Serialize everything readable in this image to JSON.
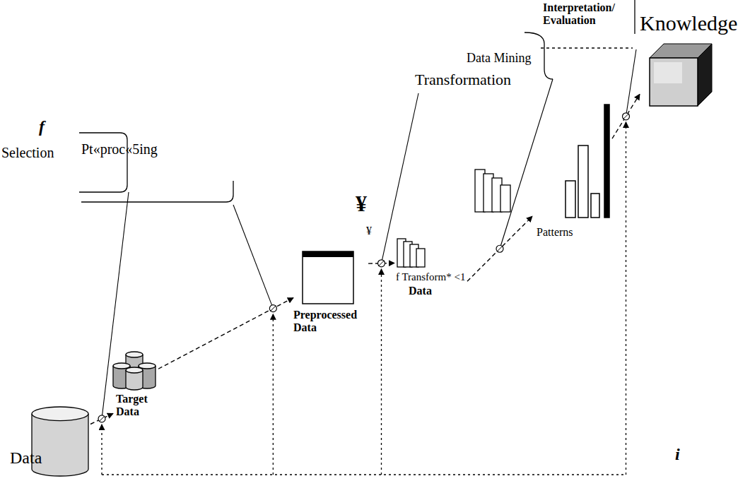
{
  "diagram": {
    "nodes": [
      {
        "text": [
          "Data"
        ]
      },
      {
        "text": [
          "Target Data"
        ]
      },
      {
        "text": [
          "Preprocessed Data"
        ]
      },
      {
        "text": [
          "f Transform* <1",
          "Data"
        ]
      },
      {
        "text": [
          "Patterns"
        ]
      },
      {
        "text": [
          "Knowledge"
        ]
      }
    ],
    "edges": [
      {
        "from": 0,
        "to": 1,
        "arrow": "to"
      },
      {
        "from": 1,
        "to": 2,
        "arrow": "to"
      },
      {
        "from": 2,
        "to": 3,
        "arrow": "to"
      },
      {
        "from": 3,
        "to": 4,
        "arrow": "to"
      },
      {
        "from": 4,
        "to": 5,
        "arrow": "to"
      }
    ],
    "labels": [
      "Interpretation/ Evaluation",
      "Data Mining",
      "Transformation",
      "f",
      "Pt«proc«5ing",
      "¥",
      "¥",
      "Selection",
      "i"
    ]
  }
}
